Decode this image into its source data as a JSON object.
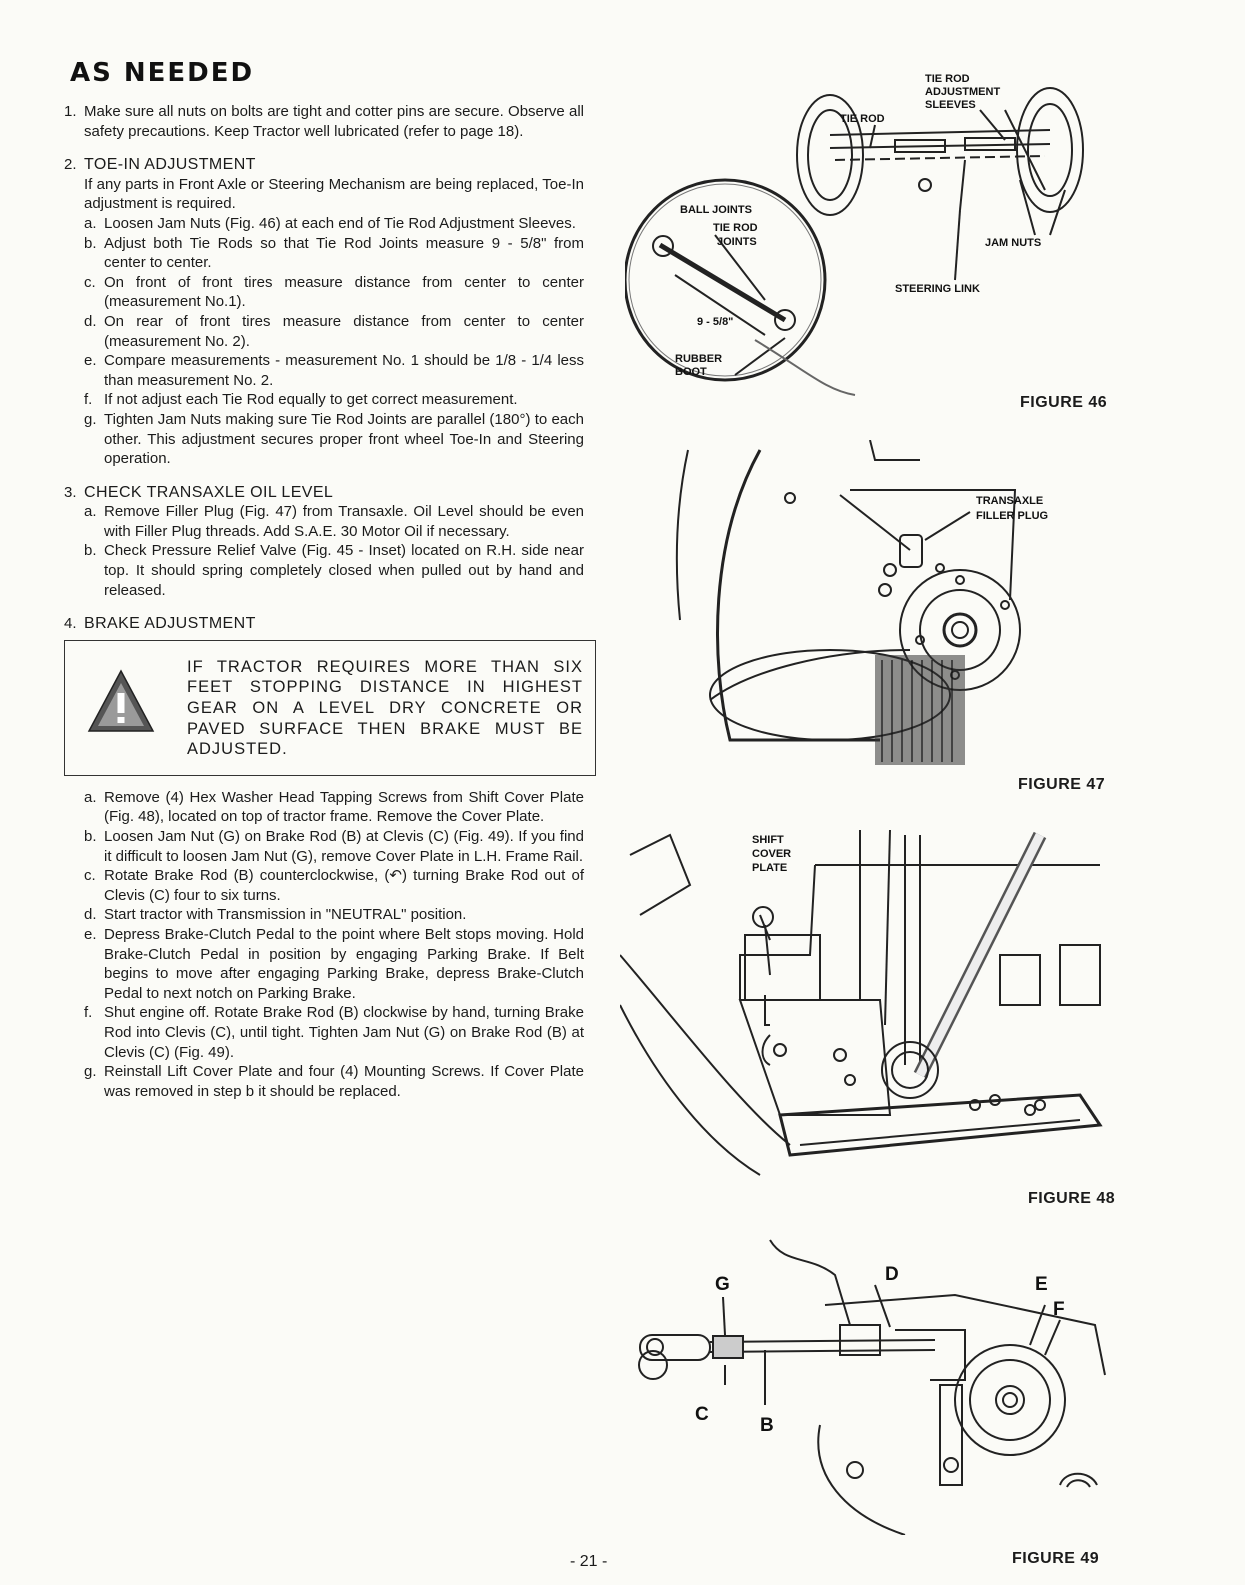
{
  "heading": "AS NEEDED",
  "steps": [
    {
      "num": "1.",
      "text": "Make sure all nuts on bolts are tight and cotter pins are secure. Observe all safety precautions. Keep Tractor well lubricated (refer to page 18)."
    },
    {
      "num": "2.",
      "title": "TOE-IN ADJUSTMENT",
      "text": "If any parts in Front Axle or Steering Mechanism are being replaced, Toe-In adjustment is required.",
      "subs": [
        {
          "letter": "a.",
          "text": "Loosen Jam Nuts (Fig. 46) at each end of Tie Rod Adjustment Sleeves."
        },
        {
          "letter": "b.",
          "text": "Adjust both Tie Rods so that Tie Rod Joints measure 9 - 5/8\" from center to center."
        },
        {
          "letter": "c.",
          "text": "On front of front tires measure distance from center to center (measurement No.1)."
        },
        {
          "letter": "d.",
          "text": "On rear of front tires measure distance from center to center (measurement No. 2)."
        },
        {
          "letter": "e.",
          "text": "Compare measurements - measurement No. 1 should be 1/8 - 1/4 less than measurement No. 2."
        },
        {
          "letter": "f.",
          "text": "If not adjust each Tie Rod equally to get correct measurement."
        },
        {
          "letter": "g.",
          "text": "Tighten Jam Nuts making sure Tie Rod Joints are parallel (180°) to each other. This adjustment secures proper front wheel Toe-In and Steering operation."
        }
      ]
    },
    {
      "num": "3.",
      "title": "CHECK TRANSAXLE OIL LEVEL",
      "subs": [
        {
          "letter": "a.",
          "text": "Remove Filler Plug (Fig. 47) from Transaxle. Oil Level should be even with Filler Plug threads. Add S.A.E. 30 Motor Oil if necessary."
        },
        {
          "letter": "b.",
          "text": "Check Pressure Relief Valve (Fig. 45 - Inset) located on R.H. side near top. It should spring completely closed when pulled out by hand and released."
        }
      ]
    },
    {
      "num": "4.",
      "title": "BRAKE ADJUSTMENT",
      "warning": "IF TRACTOR REQUIRES MORE THAN SIX FEET STOPPING DISTANCE IN HIGHEST GEAR ON A LEVEL DRY CONCRETE OR PAVED SURFACE THEN BRAKE MUST BE ADJUSTED.",
      "subs": [
        {
          "letter": "a.",
          "text": "Remove (4) Hex Washer Head Tapping Screws from Shift Cover Plate (Fig. 48), located on top of tractor frame. Remove the Cover Plate."
        },
        {
          "letter": "b.",
          "text": "Loosen Jam Nut (G) on Brake Rod (B) at Clevis (C) (Fig. 49). If you find it difficult to loosen Jam Nut (G), remove Cover Plate in L.H. Frame Rail."
        },
        {
          "letter": "c.",
          "text": "Rotate Brake Rod (B) counterclockwise, (↶) turning Brake Rod out of Clevis (C) four to six turns."
        },
        {
          "letter": "d.",
          "text": "Start tractor with Transmission in \"NEUTRAL\" position."
        },
        {
          "letter": "e.",
          "text": "Depress Brake-Clutch Pedal to the point where Belt stops moving. Hold Brake-Clutch Pedal in position by engaging Parking Brake. If Belt begins to move after engaging Parking Brake, depress Brake-Clutch Pedal to next notch on Parking Brake."
        },
        {
          "letter": "f.",
          "text": "Shut engine off. Rotate Brake Rod (B) clockwise by hand, turning Brake Rod into Clevis (C), until tight. Tighten Jam Nut (G) on Brake Rod (B) at Clevis (C) (Fig. 49)."
        },
        {
          "letter": "g.",
          "text": "Reinstall Lift Cover Plate and four (4) Mounting Screws. If Cover Plate was removed in step b it should be replaced."
        }
      ]
    }
  ],
  "page_number": "- 21 -",
  "figures": {
    "fig46": {
      "caption": "FIGURE 46",
      "labels": {
        "tie_rod_adj_1": "TIE ROD",
        "tie_rod_adj_2": "ADJUSTMENT",
        "tie_rod_adj_3": "SLEEVES",
        "tie_rod": "TIE ROD",
        "ball_joints": "BALL JOINTS",
        "tie_rod_joints_1": "TIE ROD",
        "tie_rod_joints_2": "JOINTS",
        "measure": "9 - 5/8\"",
        "rubber": "RUBBER",
        "boot": "BOOT",
        "jam_nuts": "JAM NUTS",
        "steering_link": "STEERING LINK"
      }
    },
    "fig47": {
      "caption": "FIGURE 47",
      "labels": {
        "transaxle": "TRANSAXLE",
        "filler_plug": "FILLER PLUG"
      }
    },
    "fig48": {
      "caption": "FIGURE 48",
      "labels": {
        "shift": "SHIFT",
        "cover": "COVER",
        "plate": "PLATE"
      }
    },
    "fig49": {
      "caption": "FIGURE 49",
      "labels": {
        "g": "G",
        "d": "D",
        "e": "E",
        "f": "F",
        "c": "C",
        "b": "B"
      }
    }
  }
}
